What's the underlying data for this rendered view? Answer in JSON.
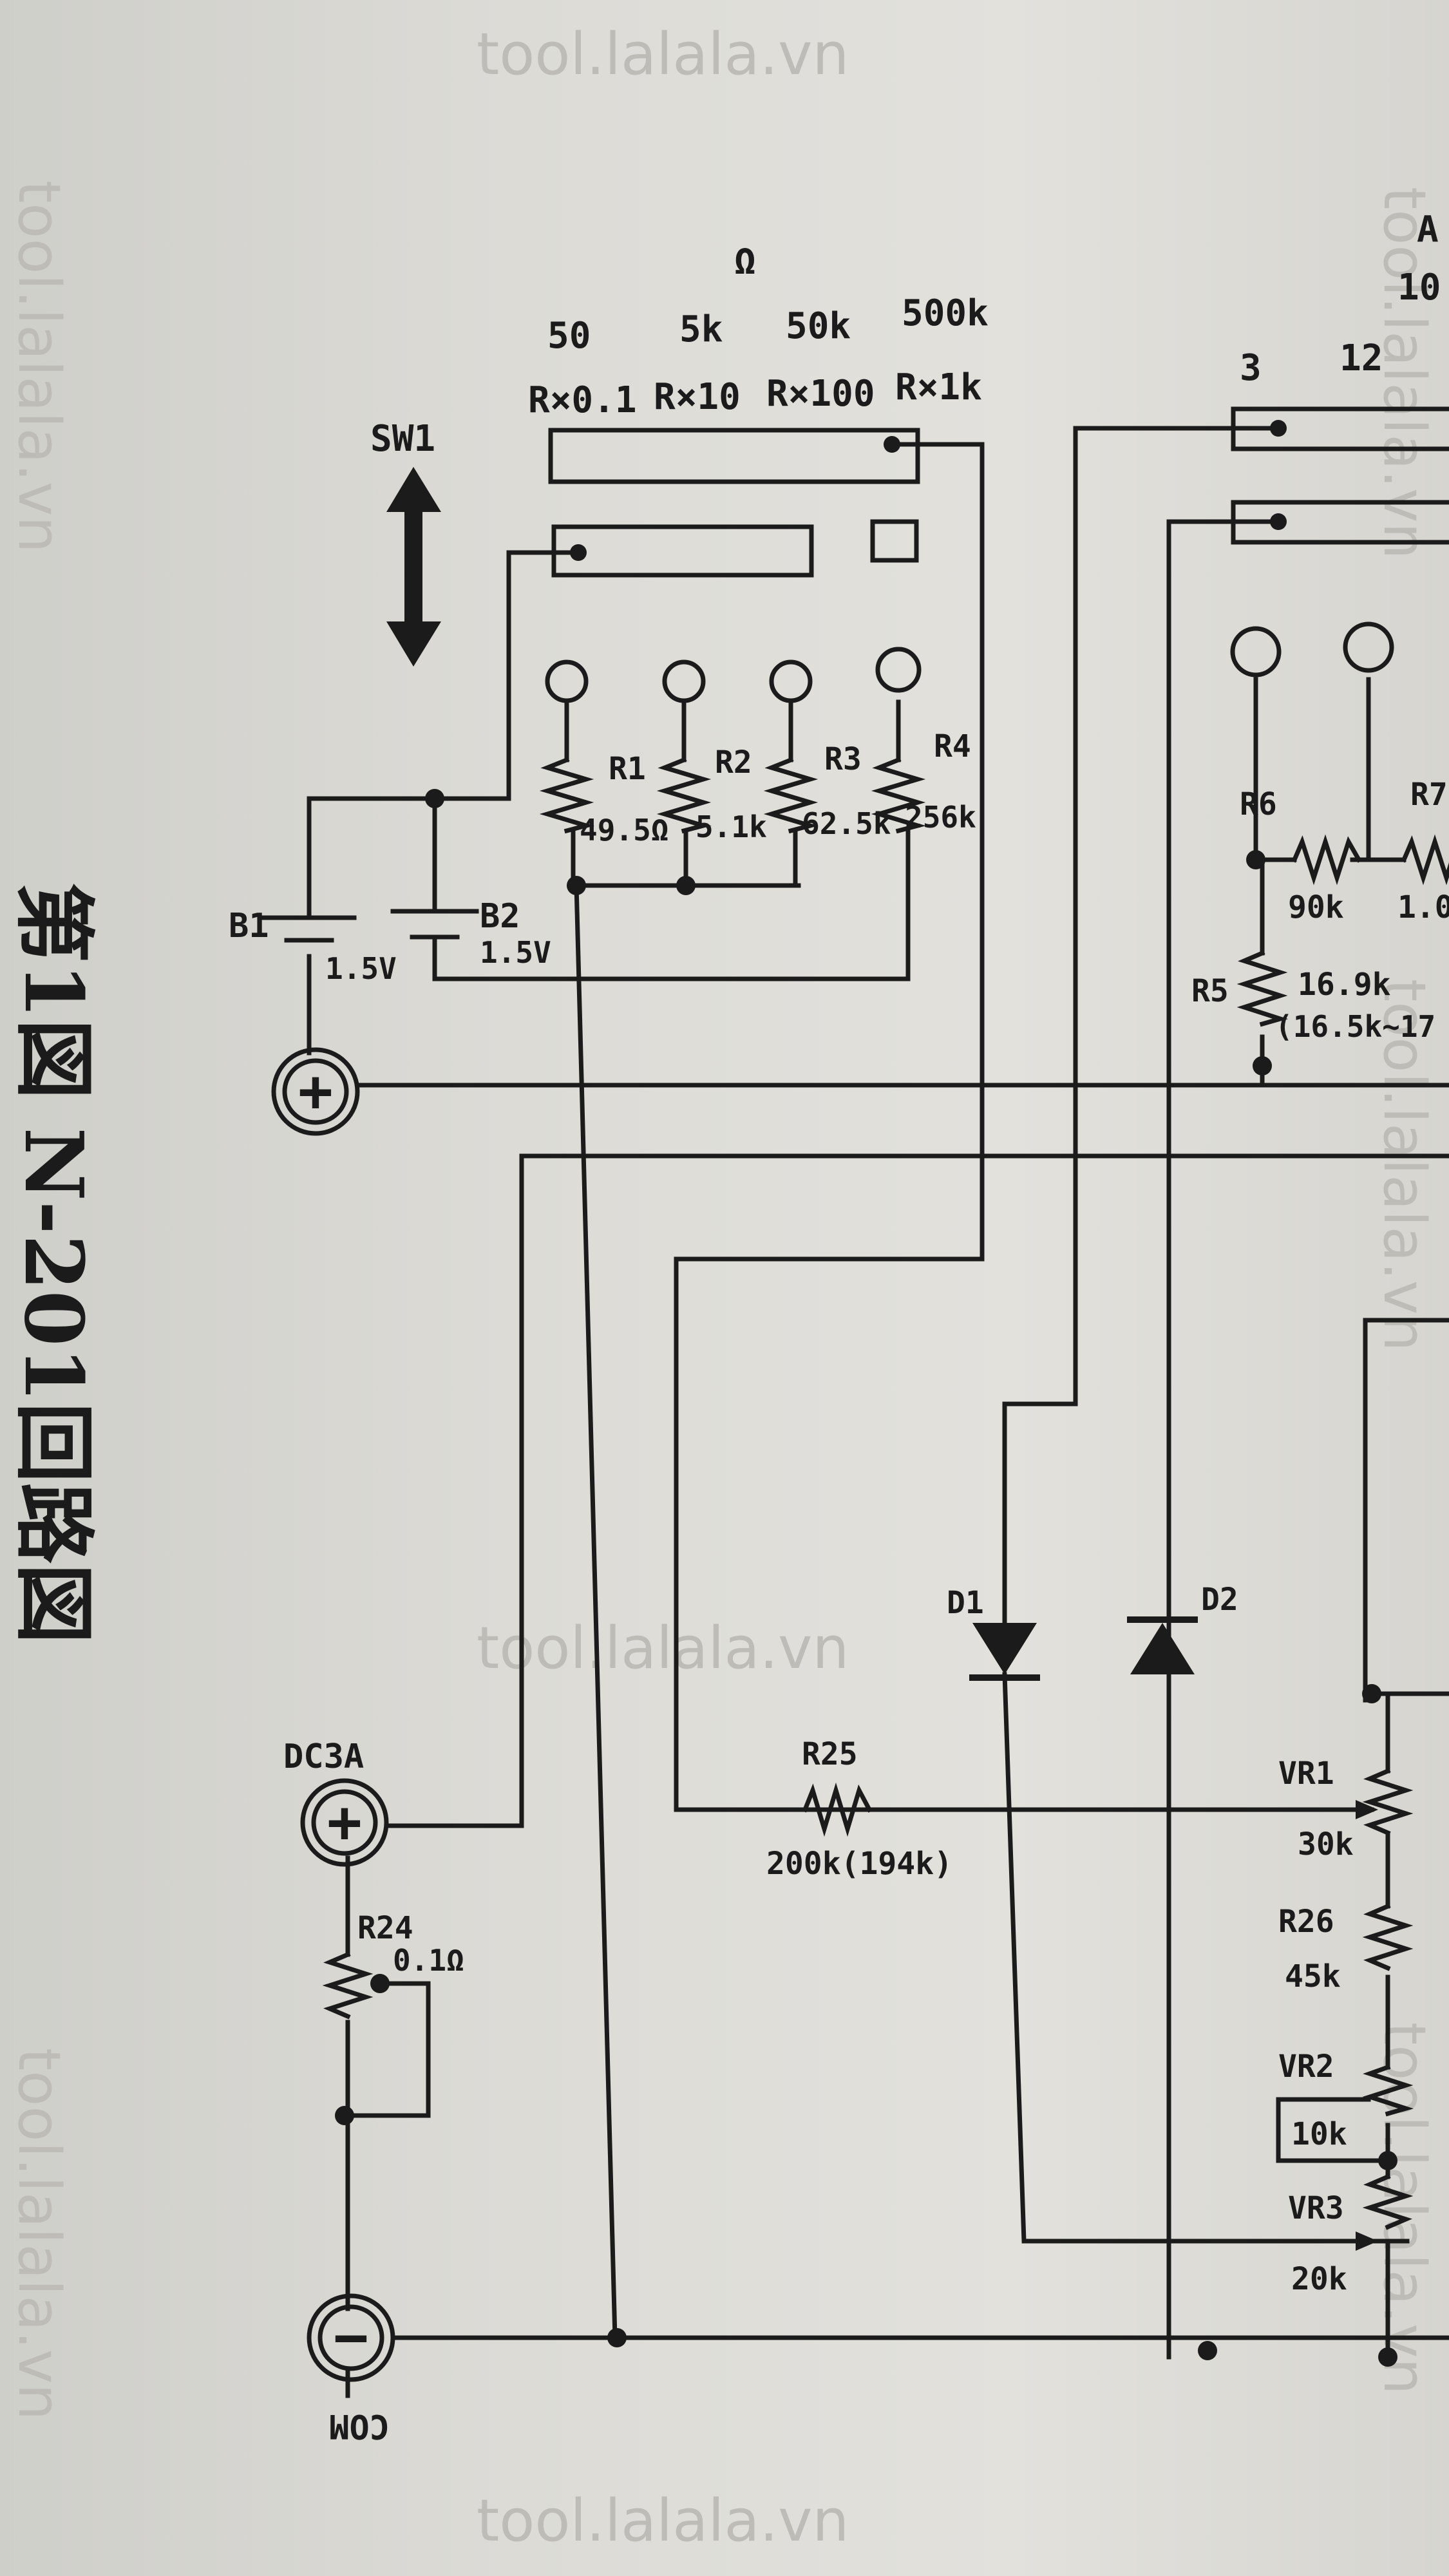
{
  "watermark": "tool.lalala.vn",
  "title": "第1図 N-201回路図",
  "ohm_header": "Ω",
  "ohm_ranges": [
    "50",
    "5k",
    "50k",
    "500k"
  ],
  "ohm_multipliers": [
    "R×0.1",
    "R×10",
    "R×100",
    "R×1k"
  ],
  "switch_label": "SW1",
  "current_header_a": "A",
  "current_header_10": "10",
  "current_ranges": [
    "3",
    "12"
  ],
  "resistors": {
    "R1": {
      "name": "R1",
      "value": "49.5Ω"
    },
    "R2": {
      "name": "R2",
      "value": "5.1k"
    },
    "R3": {
      "name": "R3",
      "value": "62.5k"
    },
    "R4": {
      "name": "R4",
      "value": "256k"
    },
    "R5": {
      "name": "R5",
      "value": "16.9k",
      "alt": "(16.5k~17"
    },
    "R6": {
      "name": "R6",
      "value": "90k"
    },
    "R7": {
      "name": "R7",
      "value": "1.0"
    },
    "R24": {
      "name": "R24",
      "value": "0.1Ω"
    },
    "R25": {
      "name": "R25",
      "value": "200k(194k)"
    },
    "R26": {
      "name": "R26",
      "value": "45k"
    }
  },
  "pots": {
    "VR1": {
      "name": "VR1",
      "value": "30k"
    },
    "VR2": {
      "name": "VR2",
      "value": "10k"
    },
    "VR3": {
      "name": "VR3",
      "value": "20k"
    }
  },
  "batteries": {
    "B1": {
      "name": "B1",
      "value": "1.5V"
    },
    "B2": {
      "name": "B2",
      "value": "1.5V"
    }
  },
  "diodes": {
    "D1": "D1",
    "D2": "D2"
  },
  "terminals": {
    "plus": "+",
    "minus": "−",
    "dc3a": "DC3A",
    "com": "COM"
  }
}
